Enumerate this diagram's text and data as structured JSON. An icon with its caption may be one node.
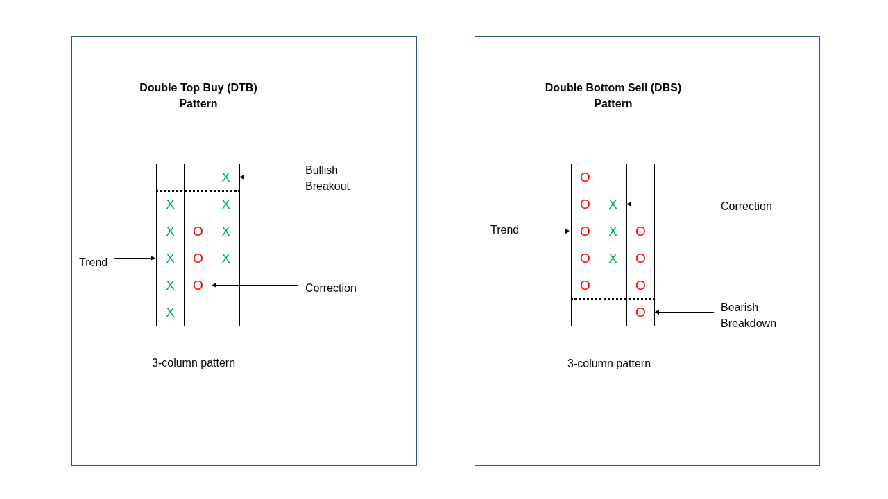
{
  "diagram": {
    "nodes": [
      {
        "text": [
          "Double Top Buy (DTB) Pattern",
          "3-column pattern"
        ]
      },
      {
        "text": [],
        "shape": "grid",
        "in": 0
      },
      {
        "text": [
          "X"
        ],
        "in": 1
      },
      {
        "text": [
          "X"
        ],
        "in": 1
      },
      {
        "text": [
          "X"
        ],
        "in": 1
      },
      {
        "text": [
          "X"
        ],
        "in": 1
      },
      {
        "text": [
          "O"
        ],
        "in": 1
      },
      {
        "text": [
          "X"
        ],
        "in": 1
      },
      {
        "text": [
          "X"
        ],
        "in": 1
      },
      {
        "text": [
          "O"
        ],
        "in": 1
      },
      {
        "text": [
          "X"
        ],
        "in": 1
      },
      {
        "text": [
          "X"
        ],
        "in": 1
      },
      {
        "text": [
          "O"
        ],
        "in": 1
      },
      {
        "text": [
          "X"
        ],
        "in": 1
      },
      {
        "text": [
          "Bullish Breakout"
        ],
        "in": 0
      },
      {
        "text": [
          "Trend"
        ],
        "in": 0
      },
      {
        "text": [
          "Correction"
        ],
        "in": 0
      },
      {
        "text": [
          "Double Bottom Sell (DBS) Pattern",
          "3-column pattern"
        ]
      },
      {
        "text": [],
        "shape": "grid",
        "in": 17
      },
      {
        "text": [
          "O"
        ],
        "in": 18
      },
      {
        "text": [
          "O"
        ],
        "in": 18
      },
      {
        "text": [
          "X"
        ],
        "in": 18
      },
      {
        "text": [
          "O"
        ],
        "in": 18
      },
      {
        "text": [
          "X"
        ],
        "in": 18
      },
      {
        "text": [
          "O"
        ],
        "in": 18
      },
      {
        "text": [
          "O"
        ],
        "in": 18
      },
      {
        "text": [
          "X"
        ],
        "in": 18
      },
      {
        "text": [
          "O"
        ],
        "in": 18
      },
      {
        "text": [
          "O"
        ],
        "in": 18
      },
      {
        "text": [
          "O"
        ],
        "in": 18
      },
      {
        "text": [
          "O"
        ],
        "in": 18
      },
      {
        "text": [
          "Correction"
        ],
        "in": 17
      },
      {
        "text": [
          "Trend"
        ],
        "in": 17
      },
      {
        "text": [
          "Bearish Breakdown"
        ],
        "in": 17
      }
    ],
    "edges": [
      {
        "from": 14,
        "to": 2,
        "arrow": "to"
      },
      {
        "from": 15,
        "to": 8,
        "arrow": "to"
      },
      {
        "from": 16,
        "to": 12,
        "arrow": "to"
      },
      {
        "from": 31,
        "to": 21,
        "arrow": "to"
      },
      {
        "from": 32,
        "to": 22,
        "arrow": "to"
      },
      {
        "from": 33,
        "to": 30,
        "arrow": "to"
      }
    ]
  }
}
